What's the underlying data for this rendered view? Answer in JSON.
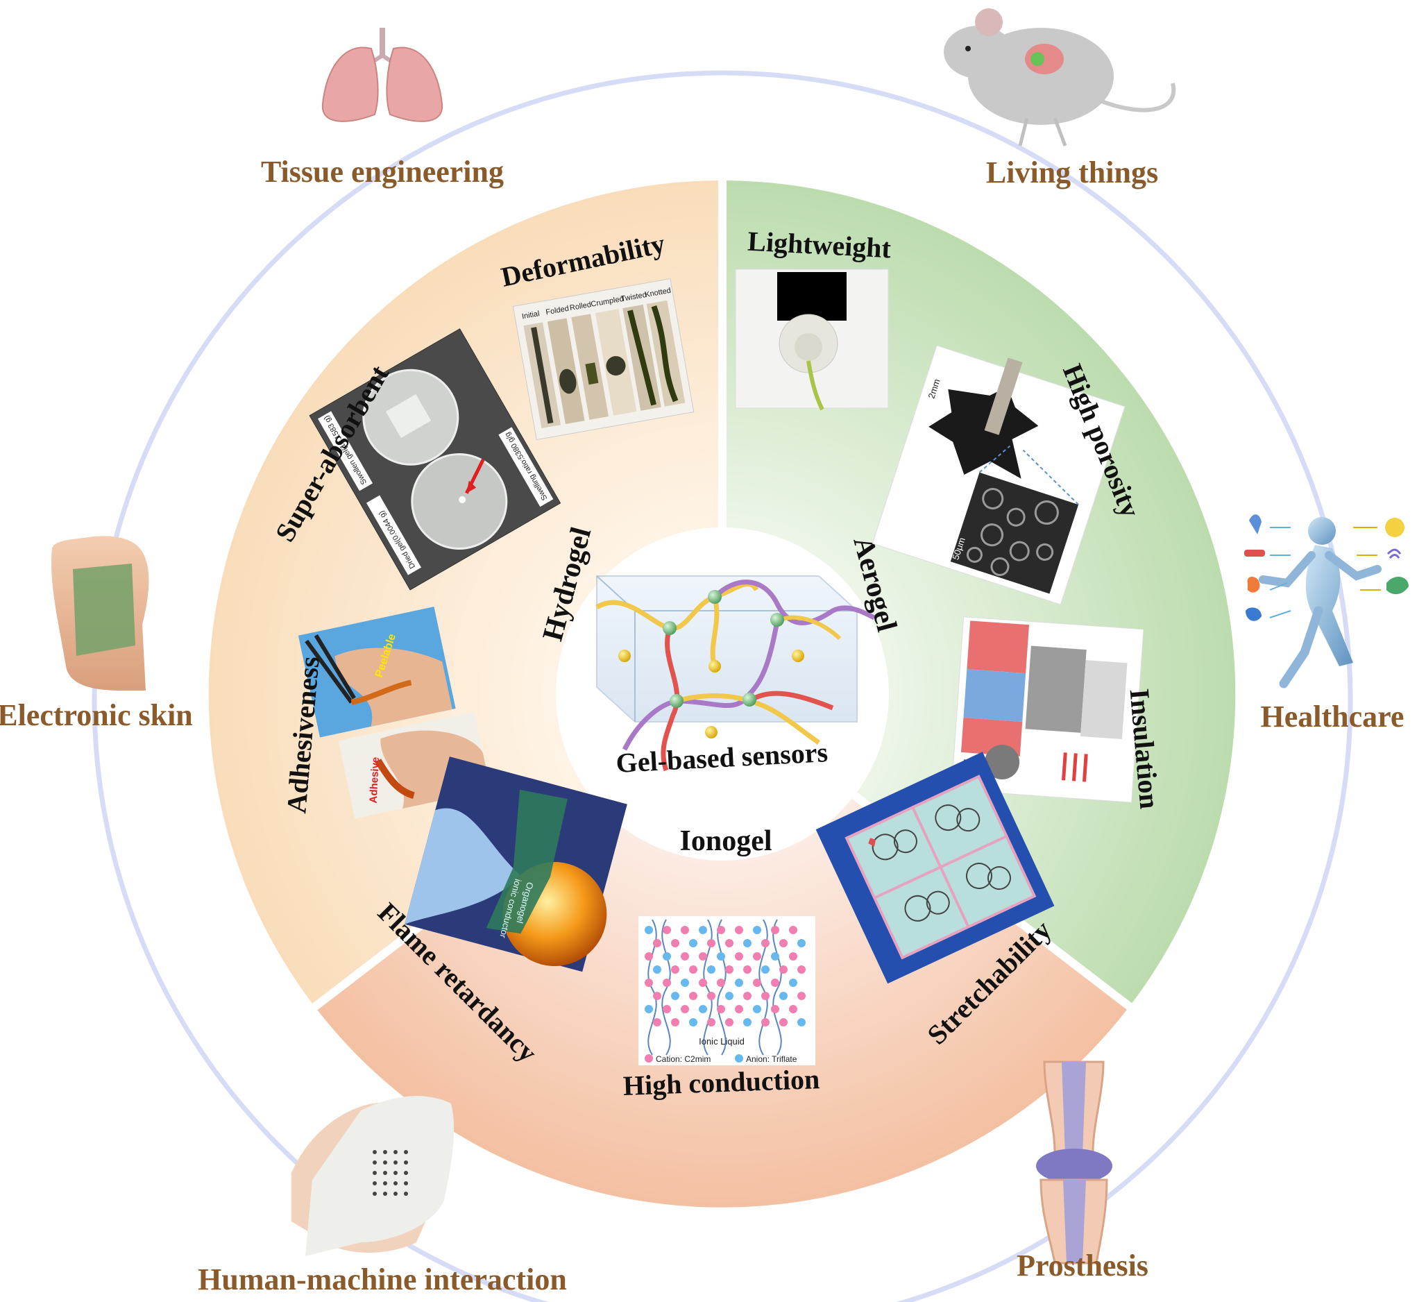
{
  "center": {
    "title": "Gel-based sensors"
  },
  "gels": {
    "hydrogel": "Hydrogel",
    "aerogel": "Aerogel",
    "ionogel": "Ionogel"
  },
  "properties": {
    "deformability": "Deformability",
    "super_absorbent": "Super-absorbent",
    "adhesiveness": "Adhesiveness",
    "lightweight": "Lightweight",
    "high_porosity": "High porosity",
    "insulation": "Insulation",
    "flame_retardancy": "Flame retardancy",
    "high_conduction": "High conduction",
    "stretchability": "Stretchability"
  },
  "applications": {
    "tissue_engineering": "Tissue engineering",
    "living_things": "Living things",
    "electronic_skin": "Electronic skin",
    "healthcare": "Healthcare",
    "human_machine": "Human-machine interaction",
    "prosthesis": "Prosthesis"
  },
  "panel_text": {
    "deform_states": [
      "Initial",
      "Folded",
      "Rolled",
      "Crumpled",
      "Twisted",
      "Knotted"
    ],
    "swollen": "Swollen gel(10.1583 g)",
    "dried": "Dried gel(0.0044 g)",
    "swelling_ratio": "Swelling ratio:5380 g/g",
    "peelable": "Peelable",
    "adhesive": "Adhesive",
    "scale_2mm": "2mm",
    "scale_50um": "50μm",
    "organogel": "Organogel",
    "ionic_conductor": "ionic conductor",
    "ionic_liquid": "Ionic Liquid",
    "cation": "Cation: C2mim",
    "anion": "Anion: Triflate"
  },
  "colors": {
    "hydrogel_sector": "#fbe6cc",
    "aerogel_sector": "#cfe6c4",
    "ionogel_sector": "#f8cdb6",
    "outer_ring": "#d6dcf5",
    "app_label": "#8a5a2b"
  }
}
